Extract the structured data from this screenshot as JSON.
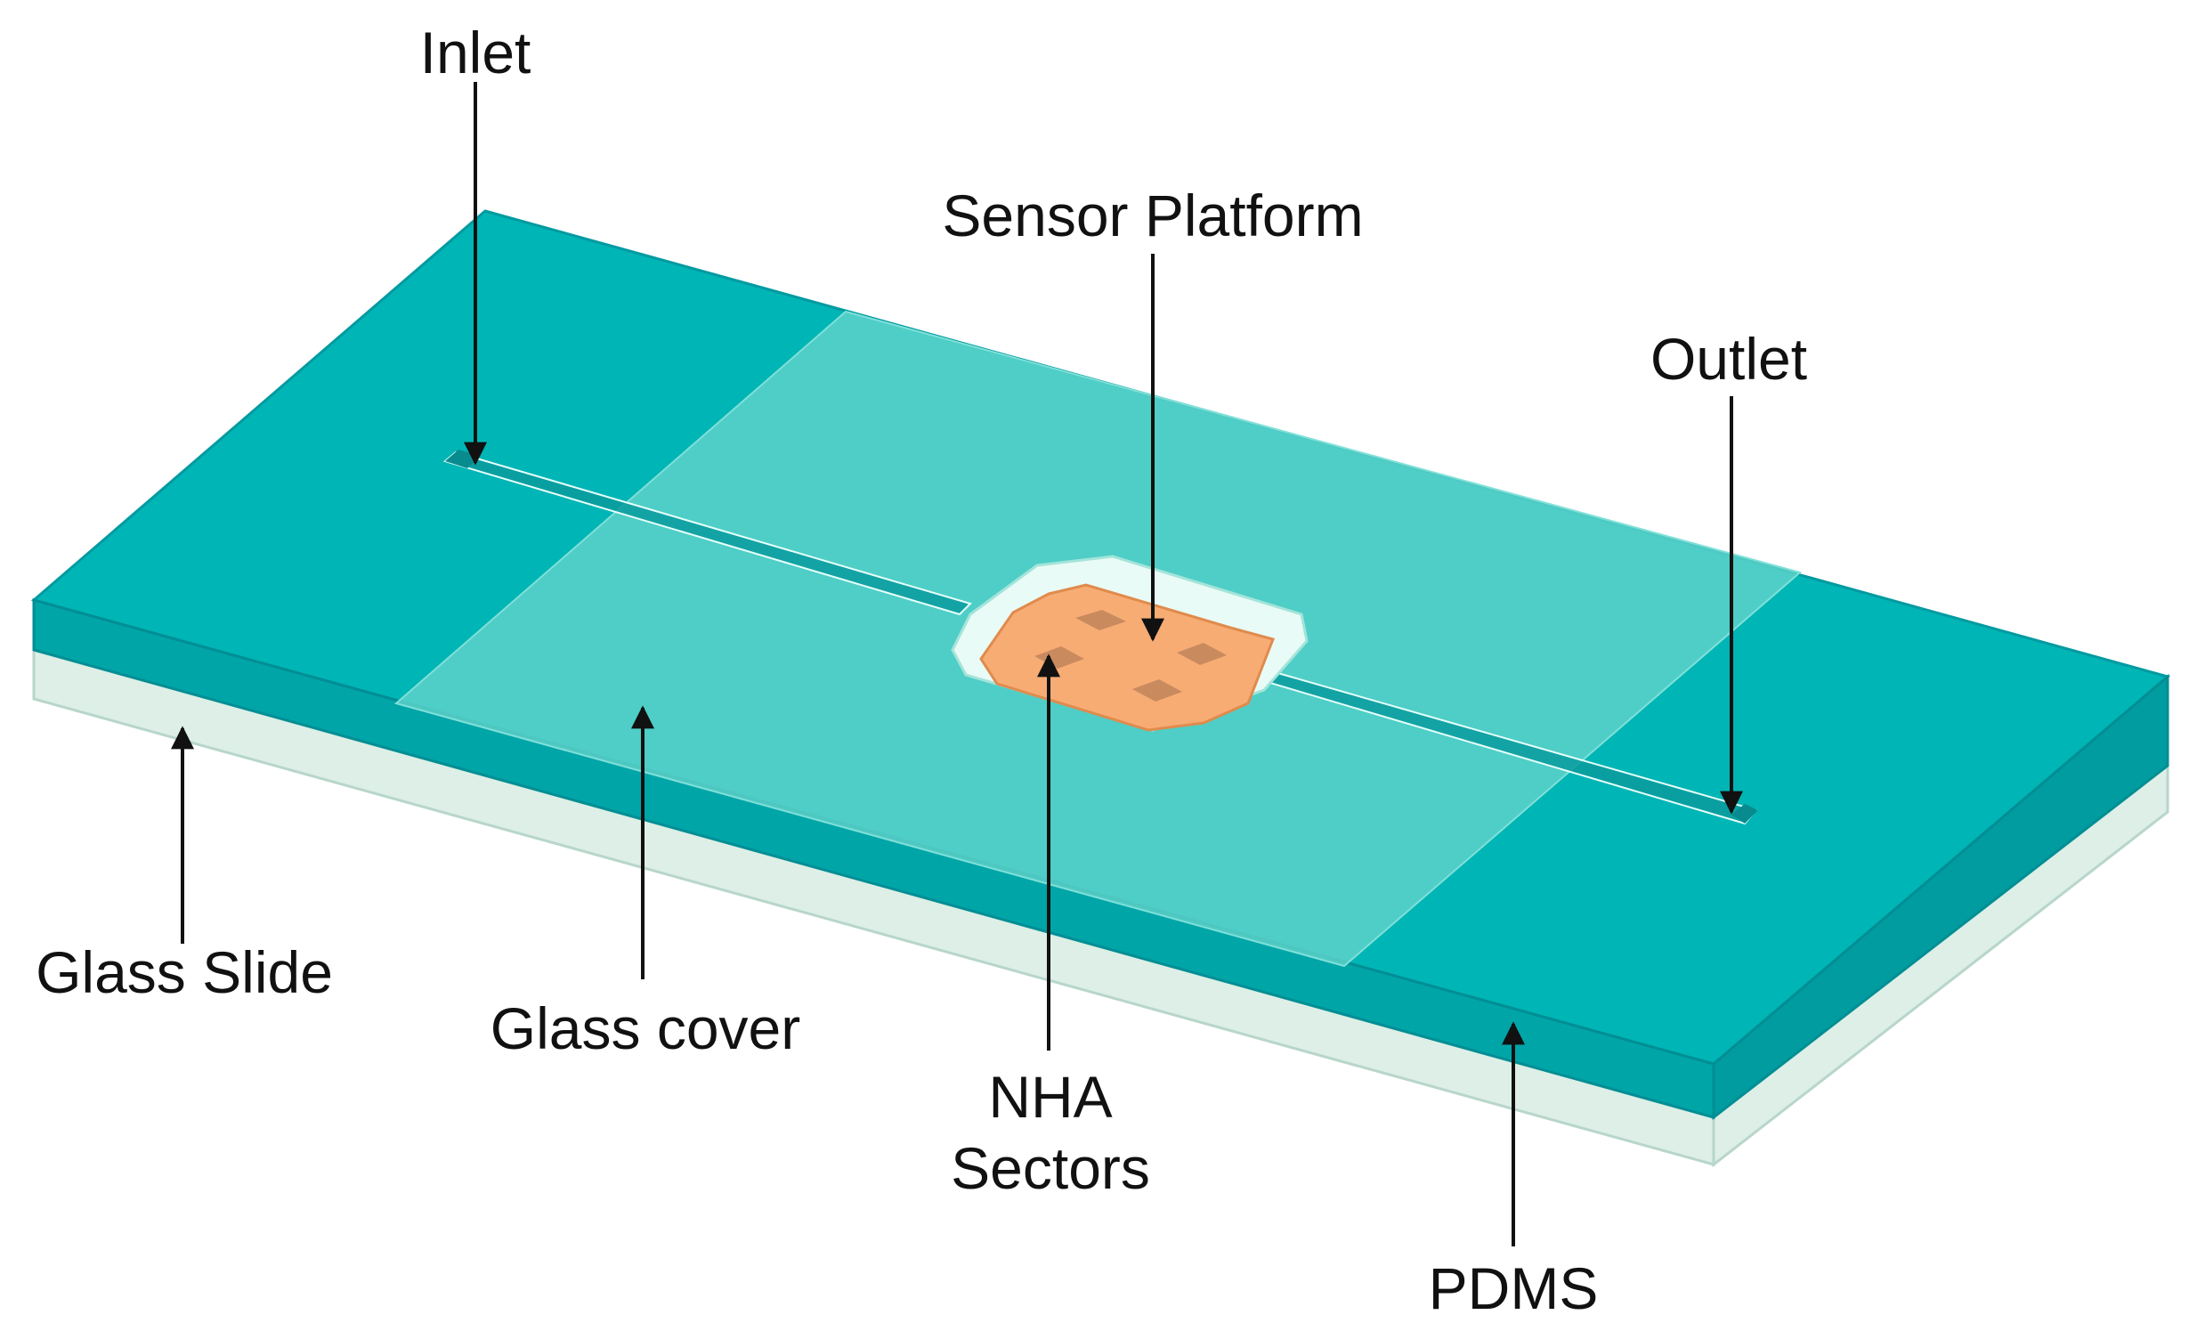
{
  "labels": {
    "inlet": "Inlet",
    "sensor_platform": "Sensor Platform",
    "outlet": "Outlet",
    "glass_slide": "Glass Slide",
    "glass_cover": "Glass cover",
    "nha_line1": "NHA",
    "nha_line2": "Sectors",
    "pdms": "PDMS"
  },
  "colors": {
    "pdms_top": "#00B5B5",
    "pdms_side_front": "#00A5A8",
    "pdms_side_right": "#009CA0",
    "glass_slide": "#DDEFE6",
    "glass_cover": "#5FD3CB",
    "sensor_platform": "#F7AC74",
    "nha_sector": "#C98A5E",
    "arrow": "#111111"
  }
}
